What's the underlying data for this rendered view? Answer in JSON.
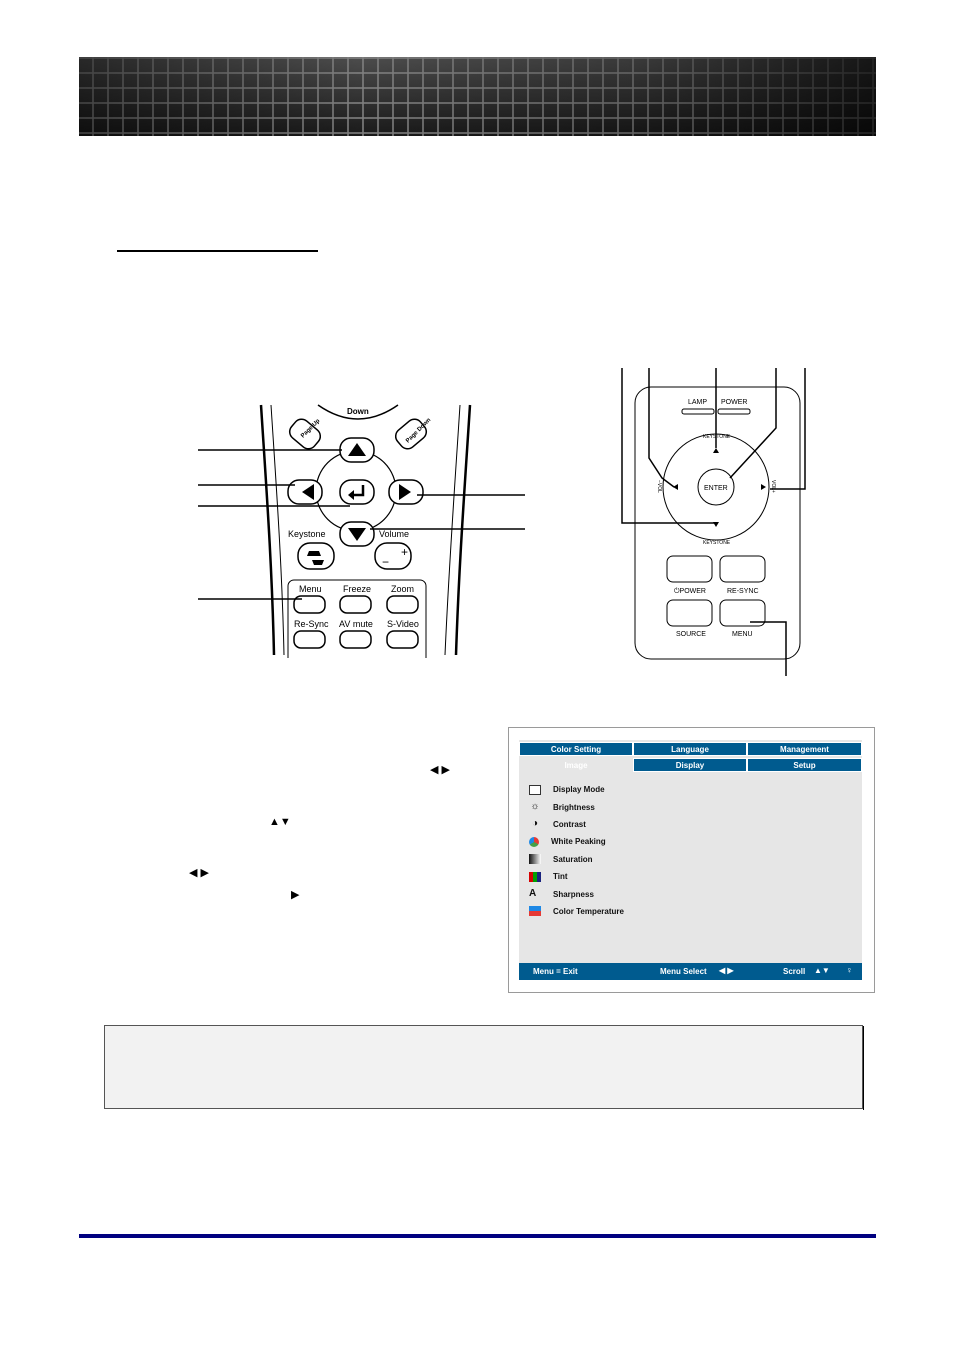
{
  "remote": {
    "labels": {
      "page_down_top": "Down",
      "page_up": "Page Up",
      "page_down": "Page Down",
      "keystone": "Keystone",
      "volume": "Volume",
      "menu": "Menu",
      "freeze": "Freeze",
      "zoom": "Zoom",
      "resync": "Re-Sync",
      "av_mute": "AV mute",
      "svideo": "S-Video"
    }
  },
  "keypad": {
    "labels": {
      "lamp": "LAMP",
      "power": "POWER",
      "keystone_top": "KEYSTONE",
      "keystone_bottom": "KEYSTONE",
      "vol_minus": "−VOL",
      "vol_plus": "VOL+",
      "enter": "ENTER",
      "power_button": "⏻POWER",
      "resync": "RE-SYNC",
      "source": "SOURCE",
      "menu": "MENU"
    }
  },
  "osd": {
    "tabs_row1": [
      "Color Setting",
      "Language",
      "Management"
    ],
    "tabs_row2": [
      "Image",
      "Display",
      "Setup"
    ],
    "items": [
      "Display Mode",
      "Brightness",
      "Contrast",
      "White Peaking",
      "Saturation",
      "Tint",
      "Sharpness",
      "Color Temperature"
    ],
    "footer": {
      "exit": "Menu = Exit",
      "select": "Menu Select",
      "scroll": "Scroll"
    }
  },
  "glyphs": {
    "left_right": "◀ ▶",
    "up_down": "▲▼",
    "right": "▶"
  }
}
